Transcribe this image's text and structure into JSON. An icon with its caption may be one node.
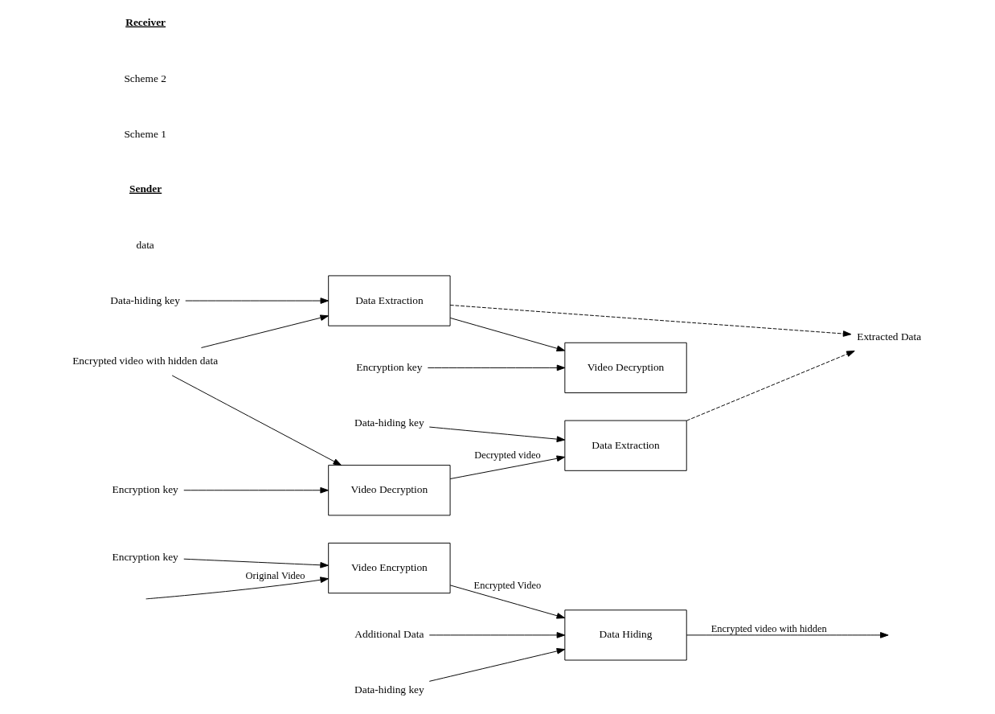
{
  "diagram": {
    "nodes": [
      {
        "text": [
          "Encryption key"
        ]
      },
      {
        "text": [
          "Video Encryption"
        ]
      },
      {
        "text": [
          "Additional Data"
        ]
      },
      {
        "text": [
          "Data-hiding key"
        ]
      },
      {
        "text": [
          "Data Hiding"
        ]
      },
      {
        "text": [
          "Encryption key"
        ]
      },
      {
        "text": [
          "Data-hiding key"
        ]
      },
      {
        "text": [
          "Video Decryption"
        ]
      },
      {
        "text": [
          "Data Extraction"
        ]
      },
      {
        "text": [
          "Encrypted video with hidden data"
        ]
      },
      {
        "text": [
          "Extracted Data"
        ]
      },
      {
        "text": [
          "Data Extraction"
        ]
      },
      {
        "text": [
          "Video Decryption"
        ]
      },
      {
        "text": [
          "Data-hiding key"
        ]
      },
      {
        "text": [
          "Encryption key"
        ]
      }
    ],
    "edges": [
      {
        "from": null,
        "to": 1,
        "arrow": "to",
        "label": "Original Video"
      },
      {
        "from": 0,
        "to": 1,
        "arrow": "to"
      },
      {
        "from": 1,
        "to": 4,
        "arrow": "to",
        "label": "Encrypted Video"
      },
      {
        "from": 2,
        "to": 4,
        "arrow": "to"
      },
      {
        "from": 3,
        "to": 4,
        "arrow": "to"
      },
      {
        "from": 4,
        "to": null,
        "arrow": "to",
        "label": "Encrypted video with hidden"
      },
      {
        "from": 5,
        "to": 7,
        "arrow": "to"
      },
      {
        "from": 6,
        "to": 8,
        "arrow": "to"
      },
      {
        "from": 8,
        "to": 7,
        "arrow": "to"
      },
      {
        "from": 9,
        "to": 8,
        "arrow": "to"
      },
      {
        "from": 9,
        "to": 12,
        "arrow": "to"
      },
      {
        "from": 8,
        "to": 10,
        "arrow": "to",
        "style": "dashed"
      },
      {
        "from": 11,
        "to": 10,
        "arrow": "to",
        "style": "dashed"
      },
      {
        "from": 12,
        "to": 11,
        "arrow": "to",
        "label": "Decrypted video"
      },
      {
        "from": 13,
        "to": 11,
        "arrow": "to"
      },
      {
        "from": 14,
        "to": 12,
        "arrow": "to"
      }
    ],
    "labels": [
      "data",
      "Sender",
      "Scheme 1",
      "Scheme 2",
      "Receiver"
    ]
  }
}
